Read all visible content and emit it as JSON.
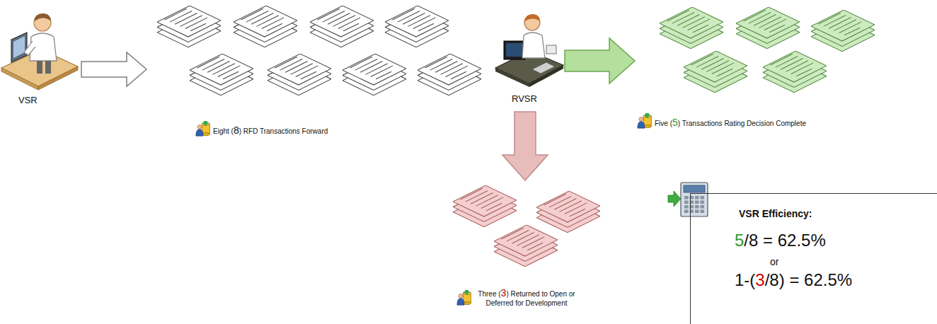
{
  "diagram": {
    "nodes": [
      {
        "text": [
          "VSR"
        ]
      },
      {
        "text": [
          "Eight (8) RFD Transactions Forward"
        ]
      },
      {
        "text": [
          "RVSR"
        ]
      },
      {
        "text": [
          "Five (5) Transactions Rating Decision Complete"
        ]
      },
      {
        "text": [
          "Three (3) Returned to Open or Deferred for Development"
        ]
      },
      {
        "text": [
          "VSR Efficiency:",
          "5/8 = 62.5%",
          "or",
          "1-(3/8) = 62.5%"
        ]
      }
    ],
    "edges": [
      {
        "from": 0,
        "to": 1,
        "arrow": "to"
      },
      {
        "from": 2,
        "to": 3,
        "arrow": "to"
      },
      {
        "from": 2,
        "to": 4,
        "arrow": "to"
      }
    ]
  }
}
